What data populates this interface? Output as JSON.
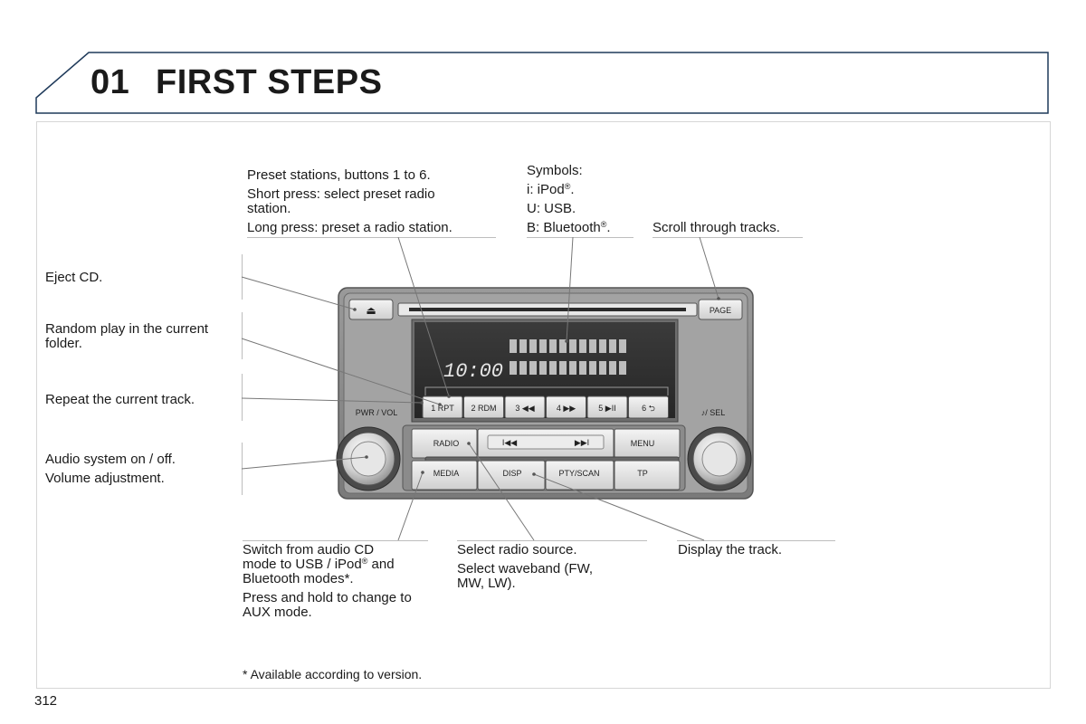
{
  "header": {
    "chapter_number": "01",
    "chapter_title": "FIRST STEPS"
  },
  "callouts": {
    "preset": {
      "line1": "Preset stations, buttons 1 to 6.",
      "line2a": "Short press: select preset radio",
      "line2b": "station.",
      "line3": "Long press: preset a radio station."
    },
    "symbols": {
      "title": "Symbols:",
      "ipod_text": "i: iPod",
      "ipod_suffix": ".",
      "usb": "U: USB.",
      "bt_text": "B: Bluetooth",
      "bt_suffix": ".",
      "reg": "®"
    },
    "scroll": "Scroll through tracks.",
    "eject": "Eject CD.",
    "random": {
      "line1": "Random play in the current",
      "line2": "folder."
    },
    "repeat": "Repeat the current track.",
    "power": {
      "line1": "Audio system on / off.",
      "line2": "Volume adjustment."
    },
    "media": {
      "line1": "Switch from audio CD",
      "line2a": "mode to USB / iPod",
      "line2b": " and",
      "line3": "Bluetooth modes*.",
      "line4": "Press and hold to change to",
      "line5": "AUX mode."
    },
    "radio_src": {
      "line1": "Select radio source.",
      "line2": "Select waveband (FW,",
      "line3": "MW, LW)."
    },
    "display": "Display the track."
  },
  "radio_unit": {
    "display_time": "10:00",
    "preset_buttons": [
      "1 RPT",
      "2 RDM",
      "3 ◀◀",
      "4 ▶▶",
      "5 ▶II",
      "6 ⮌"
    ],
    "page_button": "PAGE",
    "pwr_label": "PWR / VOL",
    "sel_label": "♪/ SEL",
    "radio_button": "RADIO",
    "prev_symbol": "I◀◀",
    "next_symbol": "▶▶I",
    "menu_button": "MENU",
    "media_button": "MEDIA",
    "disp_button": "DISP",
    "pty_button": "PTY/SCAN",
    "tp_button": "TP",
    "eject_symbol": "⏏"
  },
  "footnote": "* Available according to version.",
  "page_number": "312"
}
